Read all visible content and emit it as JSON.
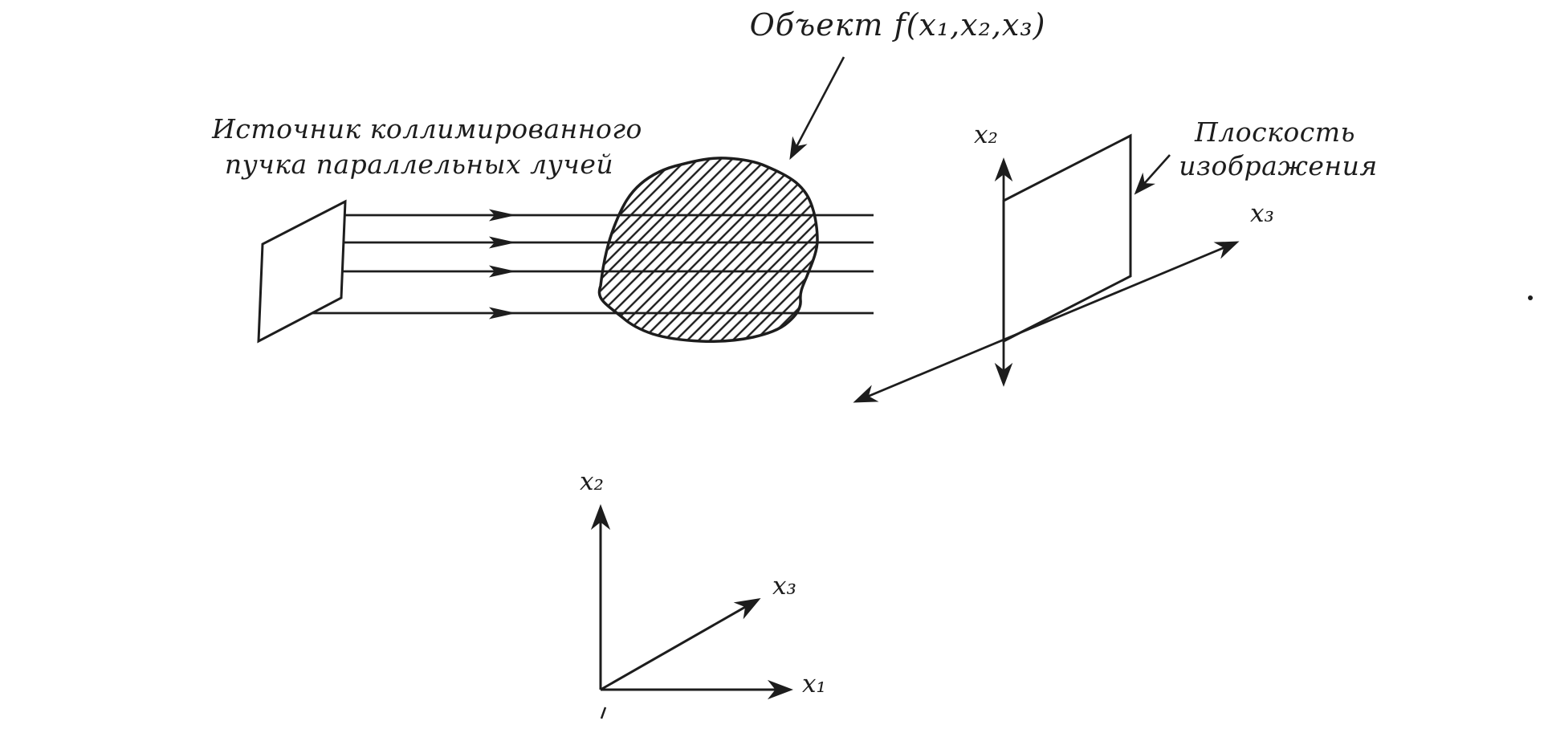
{
  "colors": {
    "background": "#ffffff",
    "ink": "#1d1d1d"
  },
  "labels": {
    "object_title": "Объект f(x₁,x₂,x₃)",
    "source_line1": "Источник коллимированного",
    "source_line2": "пучка параллельных лучей",
    "plane_line1": "Плоскость",
    "plane_line2": "изображения",
    "plane_axis_x2": "x₂",
    "plane_axis_x3": "x₃",
    "coord_axis_x2": "x₂",
    "coord_axis_x3": "x₃",
    "coord_axis_x1": "x₁"
  }
}
